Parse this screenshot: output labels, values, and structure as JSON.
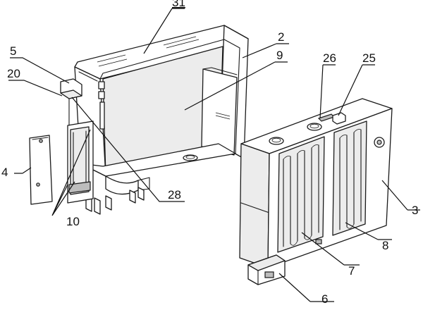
{
  "labels": {
    "l31": "31",
    "l2": "2",
    "l9": "9",
    "l5": "5",
    "l20": "20",
    "l4": "4",
    "l28": "28",
    "l10": "10",
    "l26": "26",
    "l25": "25",
    "l3": "3",
    "l8": "8",
    "l7": "7",
    "l6": "6"
  }
}
